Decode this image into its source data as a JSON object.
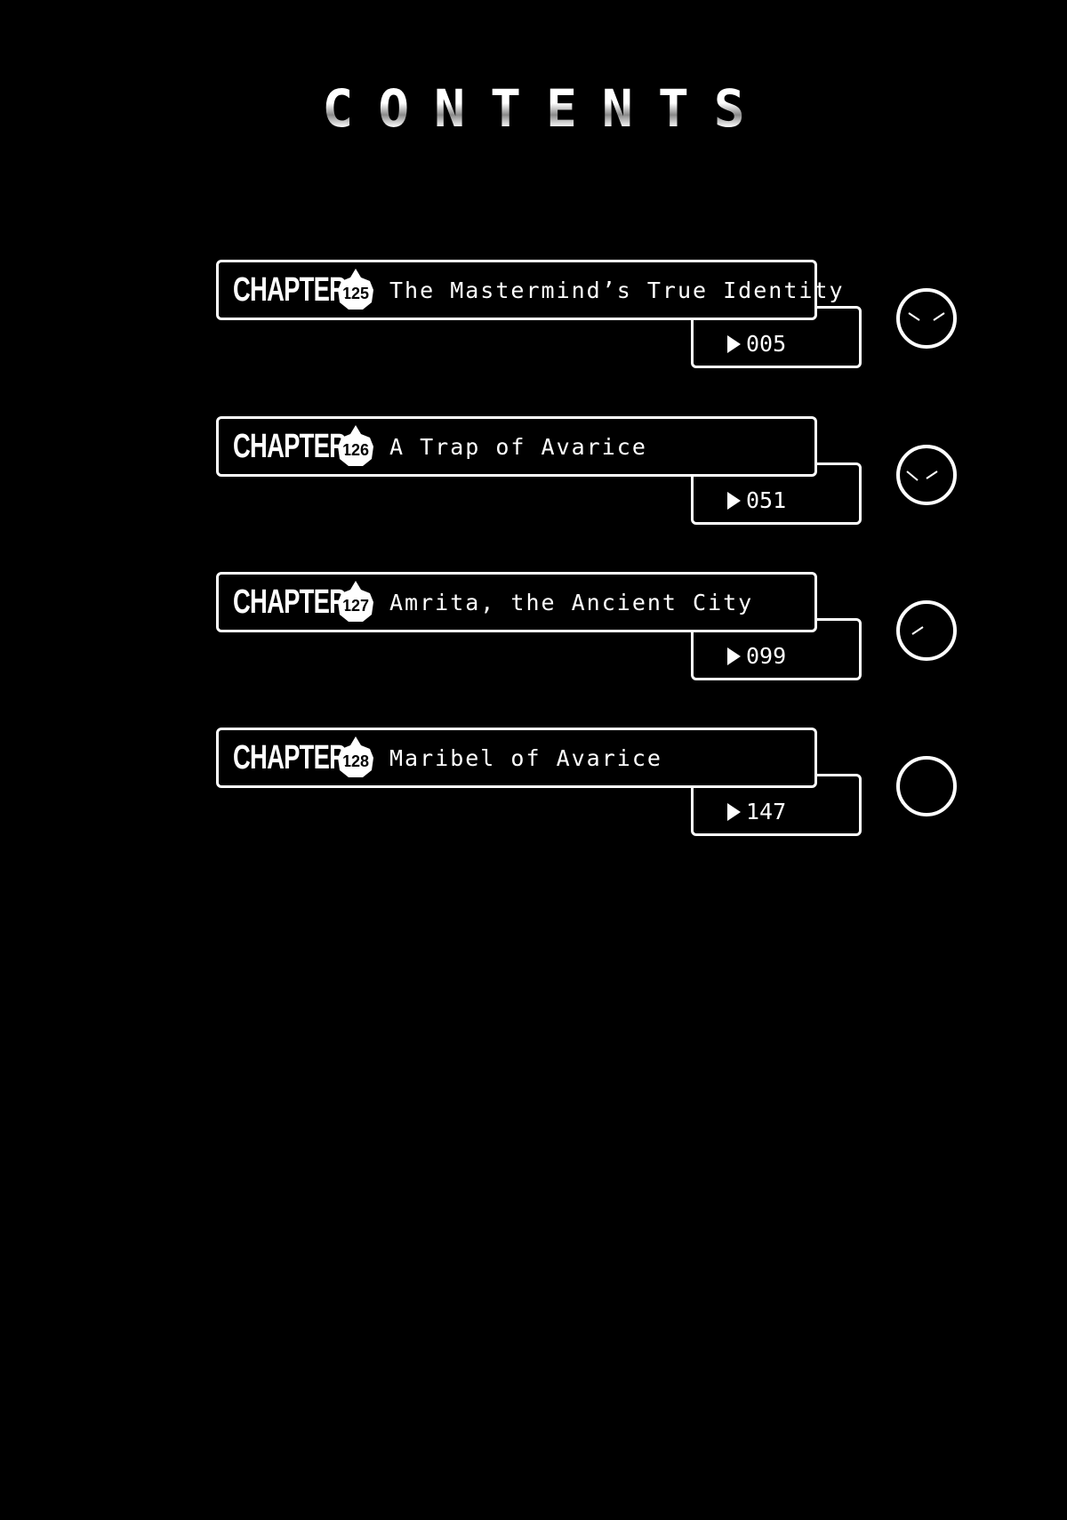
{
  "header": {
    "title": "CONTENTS"
  },
  "entries": [
    {
      "chapter_label": "CHAPTER",
      "number": "125",
      "title": "The Mastermind’s True Identity",
      "page": "005",
      "clock_icon": "clock-two-hands-icon"
    },
    {
      "chapter_label": "CHAPTER",
      "number": "126",
      "title": "A Trap of Avarice",
      "page": "051",
      "clock_icon": "clock-two-hands-icon"
    },
    {
      "chapter_label": "CHAPTER",
      "number": "127",
      "title": "Amrita, the Ancient City",
      "page": "099",
      "clock_icon": "clock-one-hand-icon"
    },
    {
      "chapter_label": "CHAPTER",
      "number": "128",
      "title": "Maribel of Avarice",
      "page": "147",
      "clock_icon": "empty-circle-icon"
    }
  ],
  "colors": {
    "background": "#000000",
    "foreground": "#ffffff"
  }
}
